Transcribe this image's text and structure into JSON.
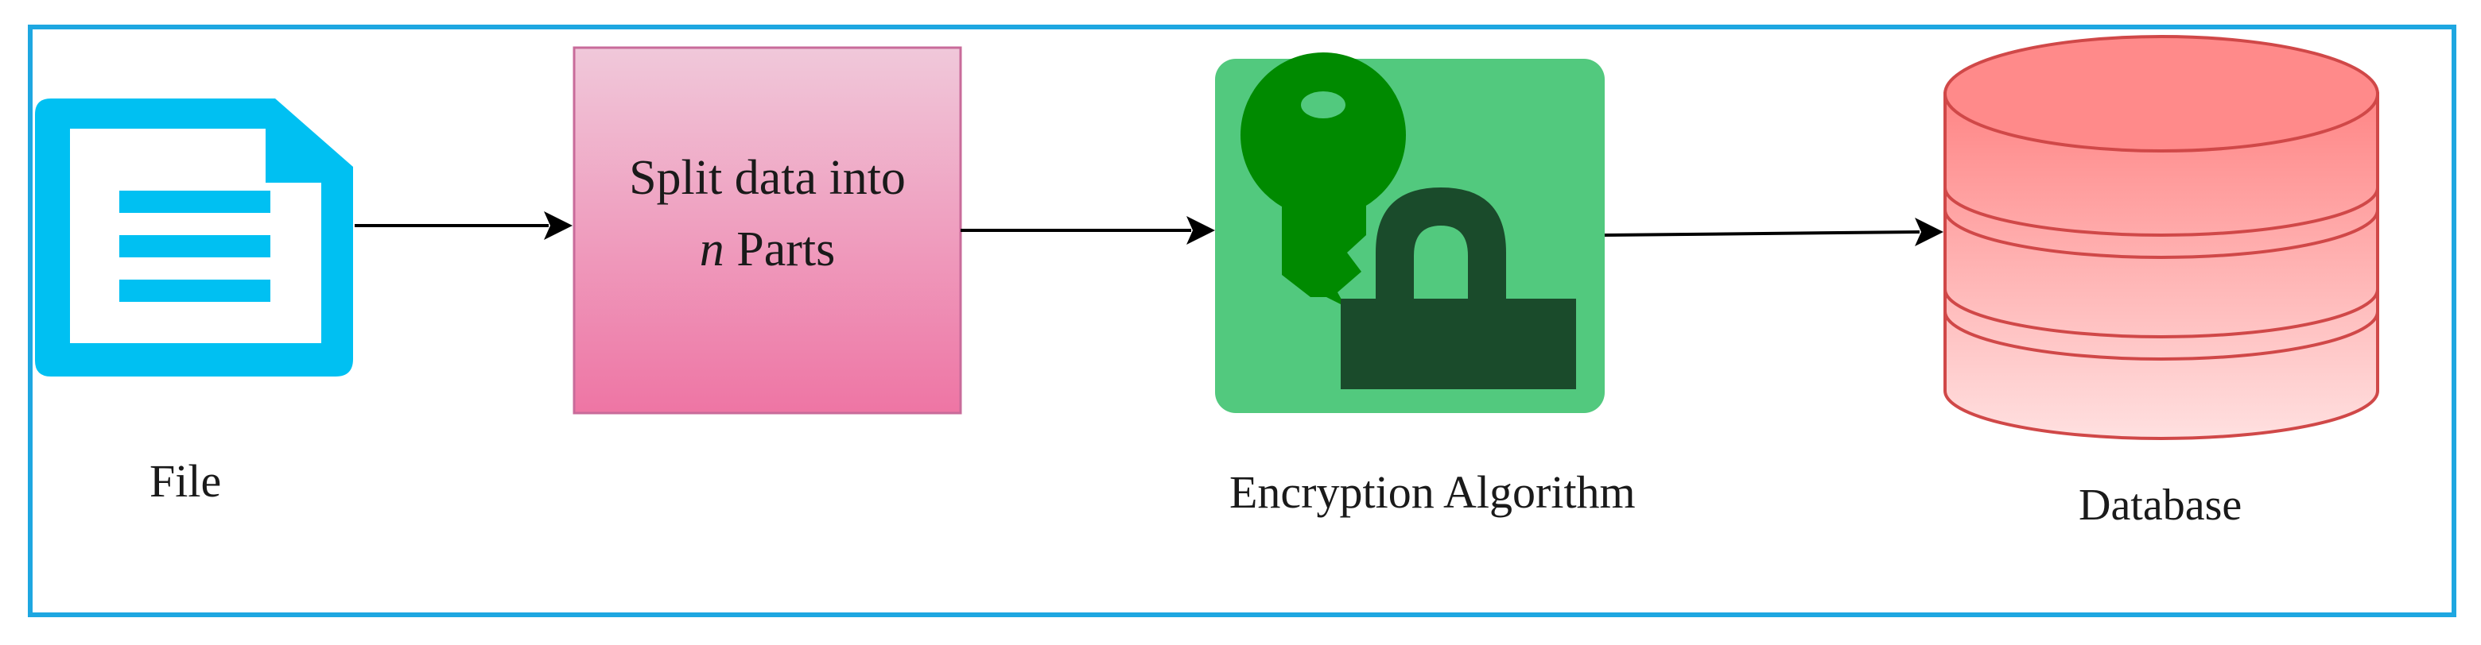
{
  "nodes": {
    "file": {
      "label": "File"
    },
    "split": {
      "line1": "Split data into",
      "line2_var": "n",
      "line2_rest": " Parts"
    },
    "encryption": {
      "label": "Encryption Algorithm"
    },
    "database": {
      "label": "Database"
    }
  },
  "flow": [
    "file",
    "split",
    "encryption",
    "database"
  ],
  "colors": {
    "frame": "#1ea7e1",
    "file_icon": "#00c0f2",
    "split_fill_top": "#f0c8da",
    "split_fill_bottom": "#ee75a4",
    "split_border": "#c86b9a",
    "encryption_fill": "#52c97e",
    "key": "#008a00",
    "lock": "#1a4b2b",
    "db_stroke": "#d04848",
    "db_fill_top": "#ff8585",
    "db_fill_bottom": "#ffe2e2",
    "arrow": "#000000"
  },
  "icons": {
    "file": "document-icon",
    "encryption": "key-lock-icon",
    "database": "database-cylinder-icon"
  }
}
